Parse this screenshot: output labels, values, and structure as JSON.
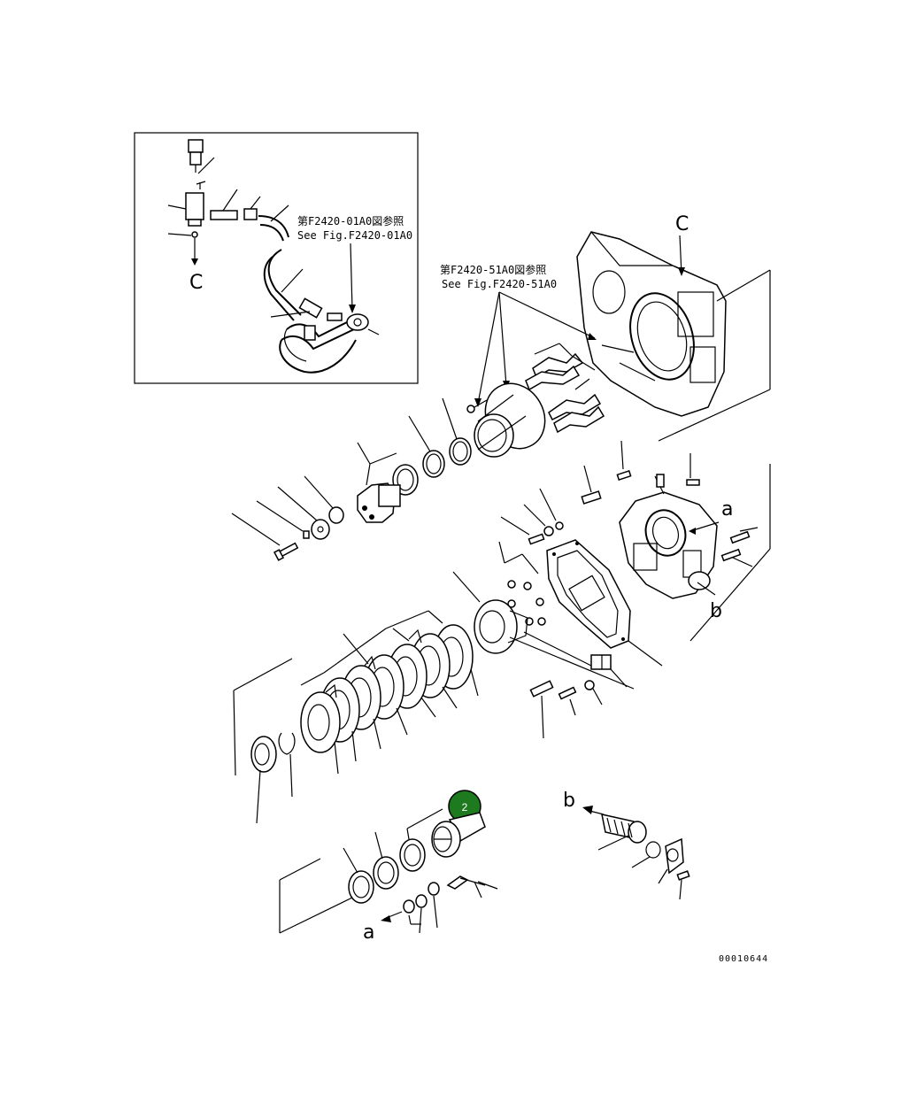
{
  "inset": {
    "ref_jp": "第F2420-01A0図参照",
    "ref_en": "See Fig.F2420-01A0",
    "label_c": "C"
  },
  "main": {
    "ref_jp": "第F2420-51A0図参照",
    "ref_en": "See Fig.F2420-51A0",
    "label_c": "C",
    "label_a_top": "a",
    "label_b_top": "b",
    "label_b_bottom": "b",
    "label_a_bottom": "a"
  },
  "callout": {
    "number": "2",
    "color": "#1e7a1e"
  },
  "document_id": "00010644"
}
